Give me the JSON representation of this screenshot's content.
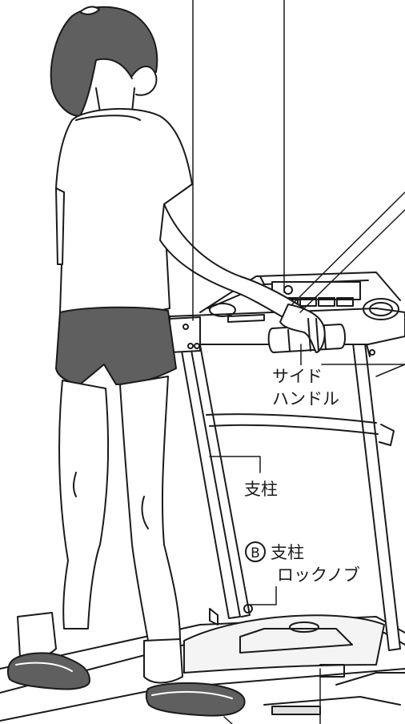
{
  "labels": {
    "side_handle_line1": "サイド",
    "side_handle_line2": "ハンドル",
    "pillar": "支柱",
    "pillar_lock_marker": "B",
    "pillar_lock_line1": "支柱",
    "pillar_lock_line2": "ロックノブ"
  },
  "colors": {
    "hair": "#5f5f5f",
    "shorts": "#5f5f5f",
    "outline": "#1a1a1a",
    "skin": "#ffffff"
  }
}
